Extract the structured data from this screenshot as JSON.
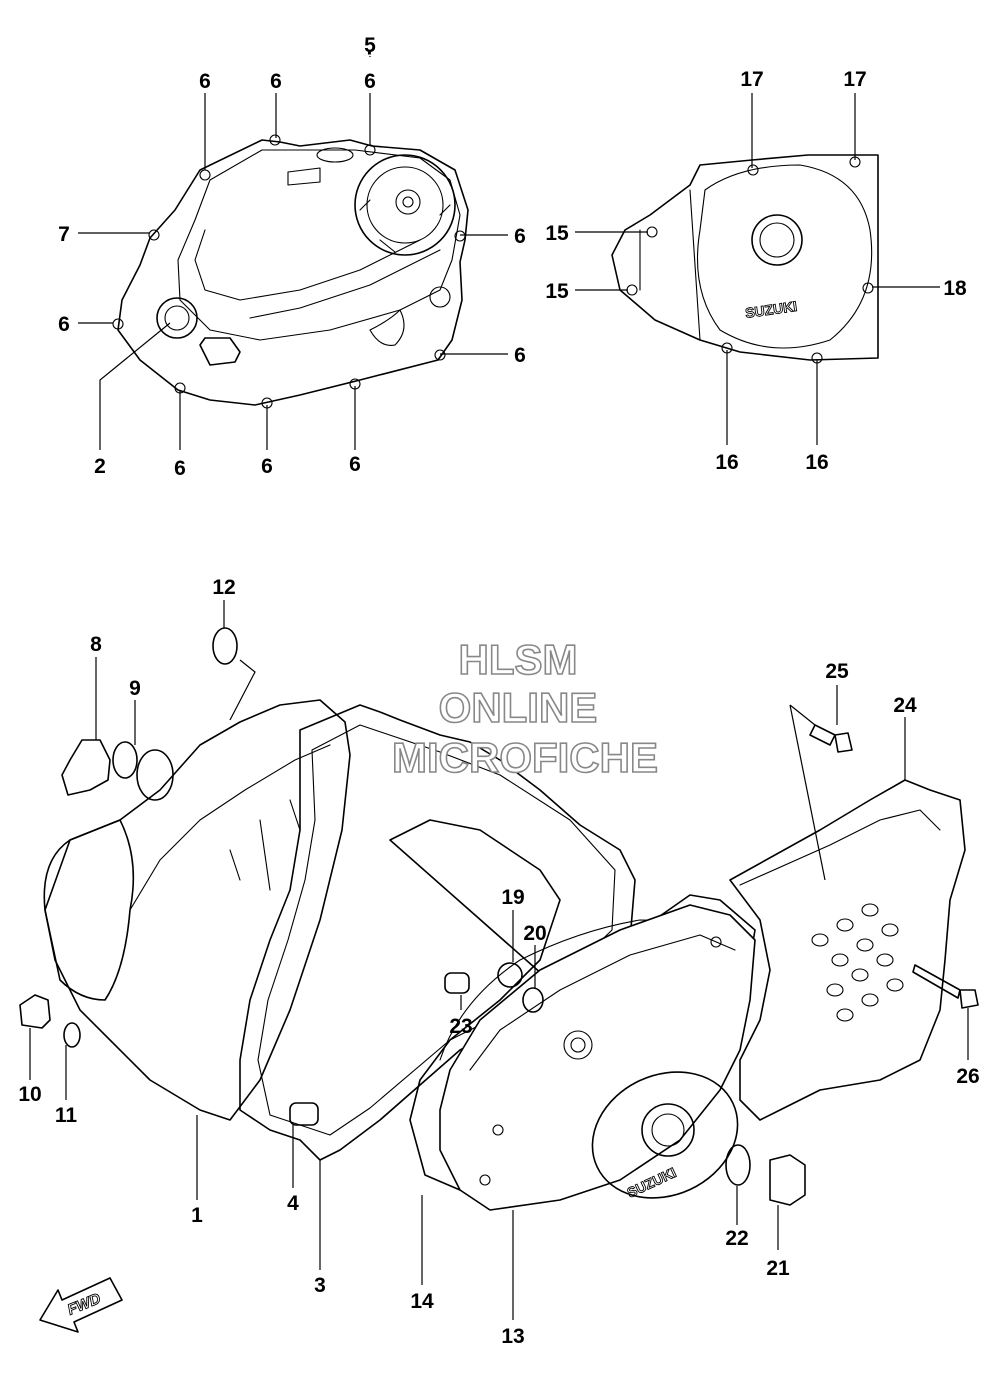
{
  "watermark": {
    "line1": "HLSM",
    "line2": "ONLINE",
    "line3": "MICROFICHE"
  },
  "cover_logo_text": "SUZUKI",
  "cover_logo_text_lower": "SUZUKI",
  "fwd_arrow_label": "FWD",
  "callouts": {
    "c1": "1",
    "c2": "2",
    "c3": "3",
    "c4": "4",
    "c5": "5",
    "c6": "6",
    "c7": "7",
    "c8": "8",
    "c9": "9",
    "c10": "10",
    "c11": "11",
    "c12": "12",
    "c13": "13",
    "c14": "14",
    "c15": "15",
    "c16": "16",
    "c17": "17",
    "c18": "18",
    "c19": "19",
    "c20": "20",
    "c21": "21",
    "c22": "22",
    "c23": "23",
    "c24": "24",
    "c25": "25",
    "c26": "26"
  }
}
